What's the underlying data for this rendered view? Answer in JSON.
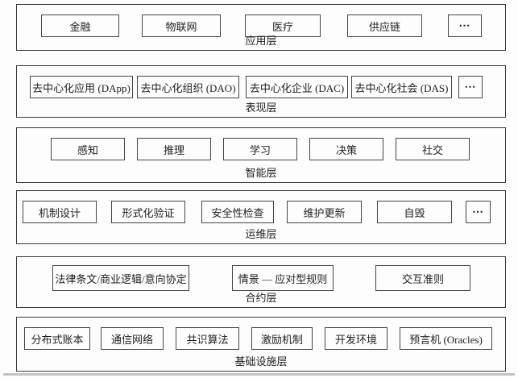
{
  "diagram": {
    "colors": {
      "border": "#3a3a3a",
      "text": "#1f1f1f",
      "background": "#fdfdfd"
    },
    "ellipsis": "⋯",
    "layers": [
      {
        "label": "应用层",
        "items": [
          "金融",
          "物联网",
          "医疗",
          "供应链",
          "⋯"
        ]
      },
      {
        "label": "表现层",
        "items": [
          "去中心化应用 (DApp)",
          "去中心化组织 (DAO)",
          "去中心化企业 (DAC)",
          "去中心化社会 (DAS)",
          "⋯"
        ]
      },
      {
        "label": "智能层",
        "items": [
          "感知",
          "推理",
          "学习",
          "决策",
          "社交"
        ]
      },
      {
        "label": "运维层",
        "items": [
          "机制设计",
          "形式化验证",
          "安全性检查",
          "维护更新",
          "自毁",
          "⋯"
        ]
      },
      {
        "label": "合约层",
        "items": [
          "法律条文/商业逻辑/意向协定",
          "情景 — 应对型规则",
          "交互准则"
        ]
      },
      {
        "label": "基础设施层",
        "items": [
          "分布式账本",
          "通信网络",
          "共识算法",
          "激励机制",
          "开发环境",
          "预言机 (Oracles)"
        ]
      }
    ]
  }
}
